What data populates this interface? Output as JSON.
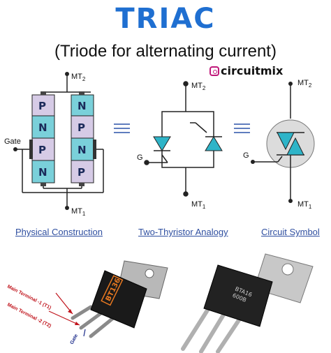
{
  "title": "TRIAC",
  "subtitle": "(Triode for alternating current)",
  "brand": {
    "name": "circuitmix",
    "icon": "instagram-icon"
  },
  "physical": {
    "terminal_top": "MT",
    "terminal_top_sub": "2",
    "terminal_bottom": "MT",
    "terminal_bottom_sub": "1",
    "gate": "Gate",
    "left_column": [
      "P",
      "N",
      "P",
      "N"
    ],
    "right_column": [
      "N",
      "P",
      "N",
      "P"
    ]
  },
  "analogy": {
    "mt2": "MT",
    "mt2_sub": "2",
    "mt1": "MT",
    "mt1_sub": "1",
    "gate": "G"
  },
  "symbol": {
    "mt2": "MT",
    "mt2_sub": "2",
    "mt1": "MT",
    "mt1_sub": "1",
    "gate": "G"
  },
  "captions": {
    "physical": "Physical Construction",
    "analogy": "Two-Thyristor Analogy",
    "symbol": "Circuit Symbol"
  },
  "package": {
    "marking": "BT136",
    "pin1": "Main Terminal -1 (T1)",
    "pin2": "Main Terminal -2 (T2)",
    "gate": "Gate",
    "marking2_line1": "BTA16",
    "marking2_line2": "600B"
  },
  "colors": {
    "title": "#1f6fd1",
    "layer_fill": "#d6cbe6",
    "layer_alt_fill": "#7ad0da",
    "caption": "#2f4fa0",
    "diode": "#2eb4c8",
    "pin_label": "#c0141c",
    "gate_label": "#1a2a8a"
  }
}
